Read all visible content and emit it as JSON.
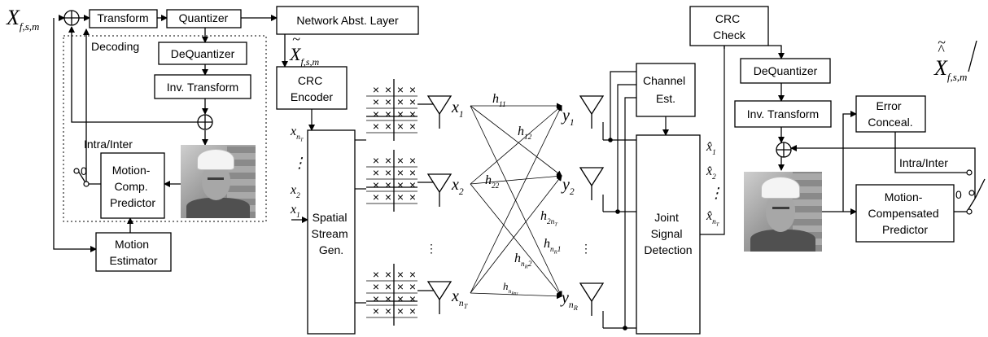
{
  "blocks": {
    "transform": "Transform",
    "quantizer": "Quantizer",
    "network_layer": "Network Abst. Layer",
    "decoding": "Decoding",
    "dequantizer_left": "DeQuantizer",
    "inv_transform_left": "Inv. Transform",
    "intra_inter_left": "Intra/Inter",
    "mc_predictor_left": [
      "Motion-",
      "Comp.",
      "Predictor"
    ],
    "motion_estimator": [
      "Motion",
      "Estimator"
    ],
    "crc_encoder": [
      "CRC",
      "Encoder"
    ],
    "spatial_stream": [
      "Spatial",
      "Stream",
      "Gen."
    ],
    "channel_est": [
      "Channel",
      "Est."
    ],
    "joint_detection": [
      "Joint",
      "Signal",
      "Detection"
    ],
    "crc_check": [
      "CRC",
      "Check"
    ],
    "dequantizer_right": "DeQuantizer",
    "inv_transform_right": "Inv. Transform",
    "error_conceal": [
      "Error",
      "Conceal."
    ],
    "intra_inter_right": "Intra/Inter",
    "mc_predictor_right": [
      "Motion-",
      "Compensated",
      "Predictor"
    ],
    "zero_left": "0",
    "zero_right": "0"
  },
  "math": {
    "input": {
      "base": "X",
      "sub": "f,s,m"
    },
    "tilde_x": {
      "base": "X",
      "sub": "f,s,m",
      "accent": "~"
    },
    "output": {
      "base": "X",
      "sub": "f,s,m",
      "accent": "^~"
    },
    "stream_list": [
      {
        "base": "x",
        "sub": "n",
        "subsub": "T"
      },
      {
        "base": "⋮"
      },
      {
        "base": "x",
        "sub": "2"
      },
      {
        "base": "x",
        "sub": "1"
      }
    ],
    "tx_labels": [
      {
        "base": "x",
        "sub": "1"
      },
      {
        "base": "x",
        "sub": "2"
      },
      {
        "base": "x",
        "sub": "n",
        "subsub": "T"
      }
    ],
    "rx_labels": [
      {
        "base": "y",
        "sub": "1"
      },
      {
        "base": "y",
        "sub": "2"
      },
      {
        "base": "y",
        "sub": "n",
        "subsub": "R"
      }
    ],
    "channel_labels": [
      {
        "base": "h",
        "sub": "11"
      },
      {
        "base": "h",
        "sub": "12"
      },
      {
        "base": "h",
        "sub": "22"
      },
      {
        "base": "h",
        "sub": "2n",
        "subsub": "T"
      },
      {
        "base": "h",
        "sub": "n",
        "subsub": "R",
        "tail": "1"
      },
      {
        "base": "h",
        "sub": "n",
        "subsub": "R",
        "tail": "2"
      },
      {
        "base": "h",
        "sub": "n",
        "subsub": "R",
        "tail2": "n",
        "tail2sub": "T"
      }
    ],
    "estimates": [
      {
        "base": "x̂",
        "sub": "1"
      },
      {
        "base": "x̂",
        "sub": "2"
      },
      {
        "base": "⋮"
      },
      {
        "base": "x̂",
        "sub": "n",
        "subsub": "T"
      }
    ],
    "vdots": "⋮",
    "grid_mark": "×"
  }
}
